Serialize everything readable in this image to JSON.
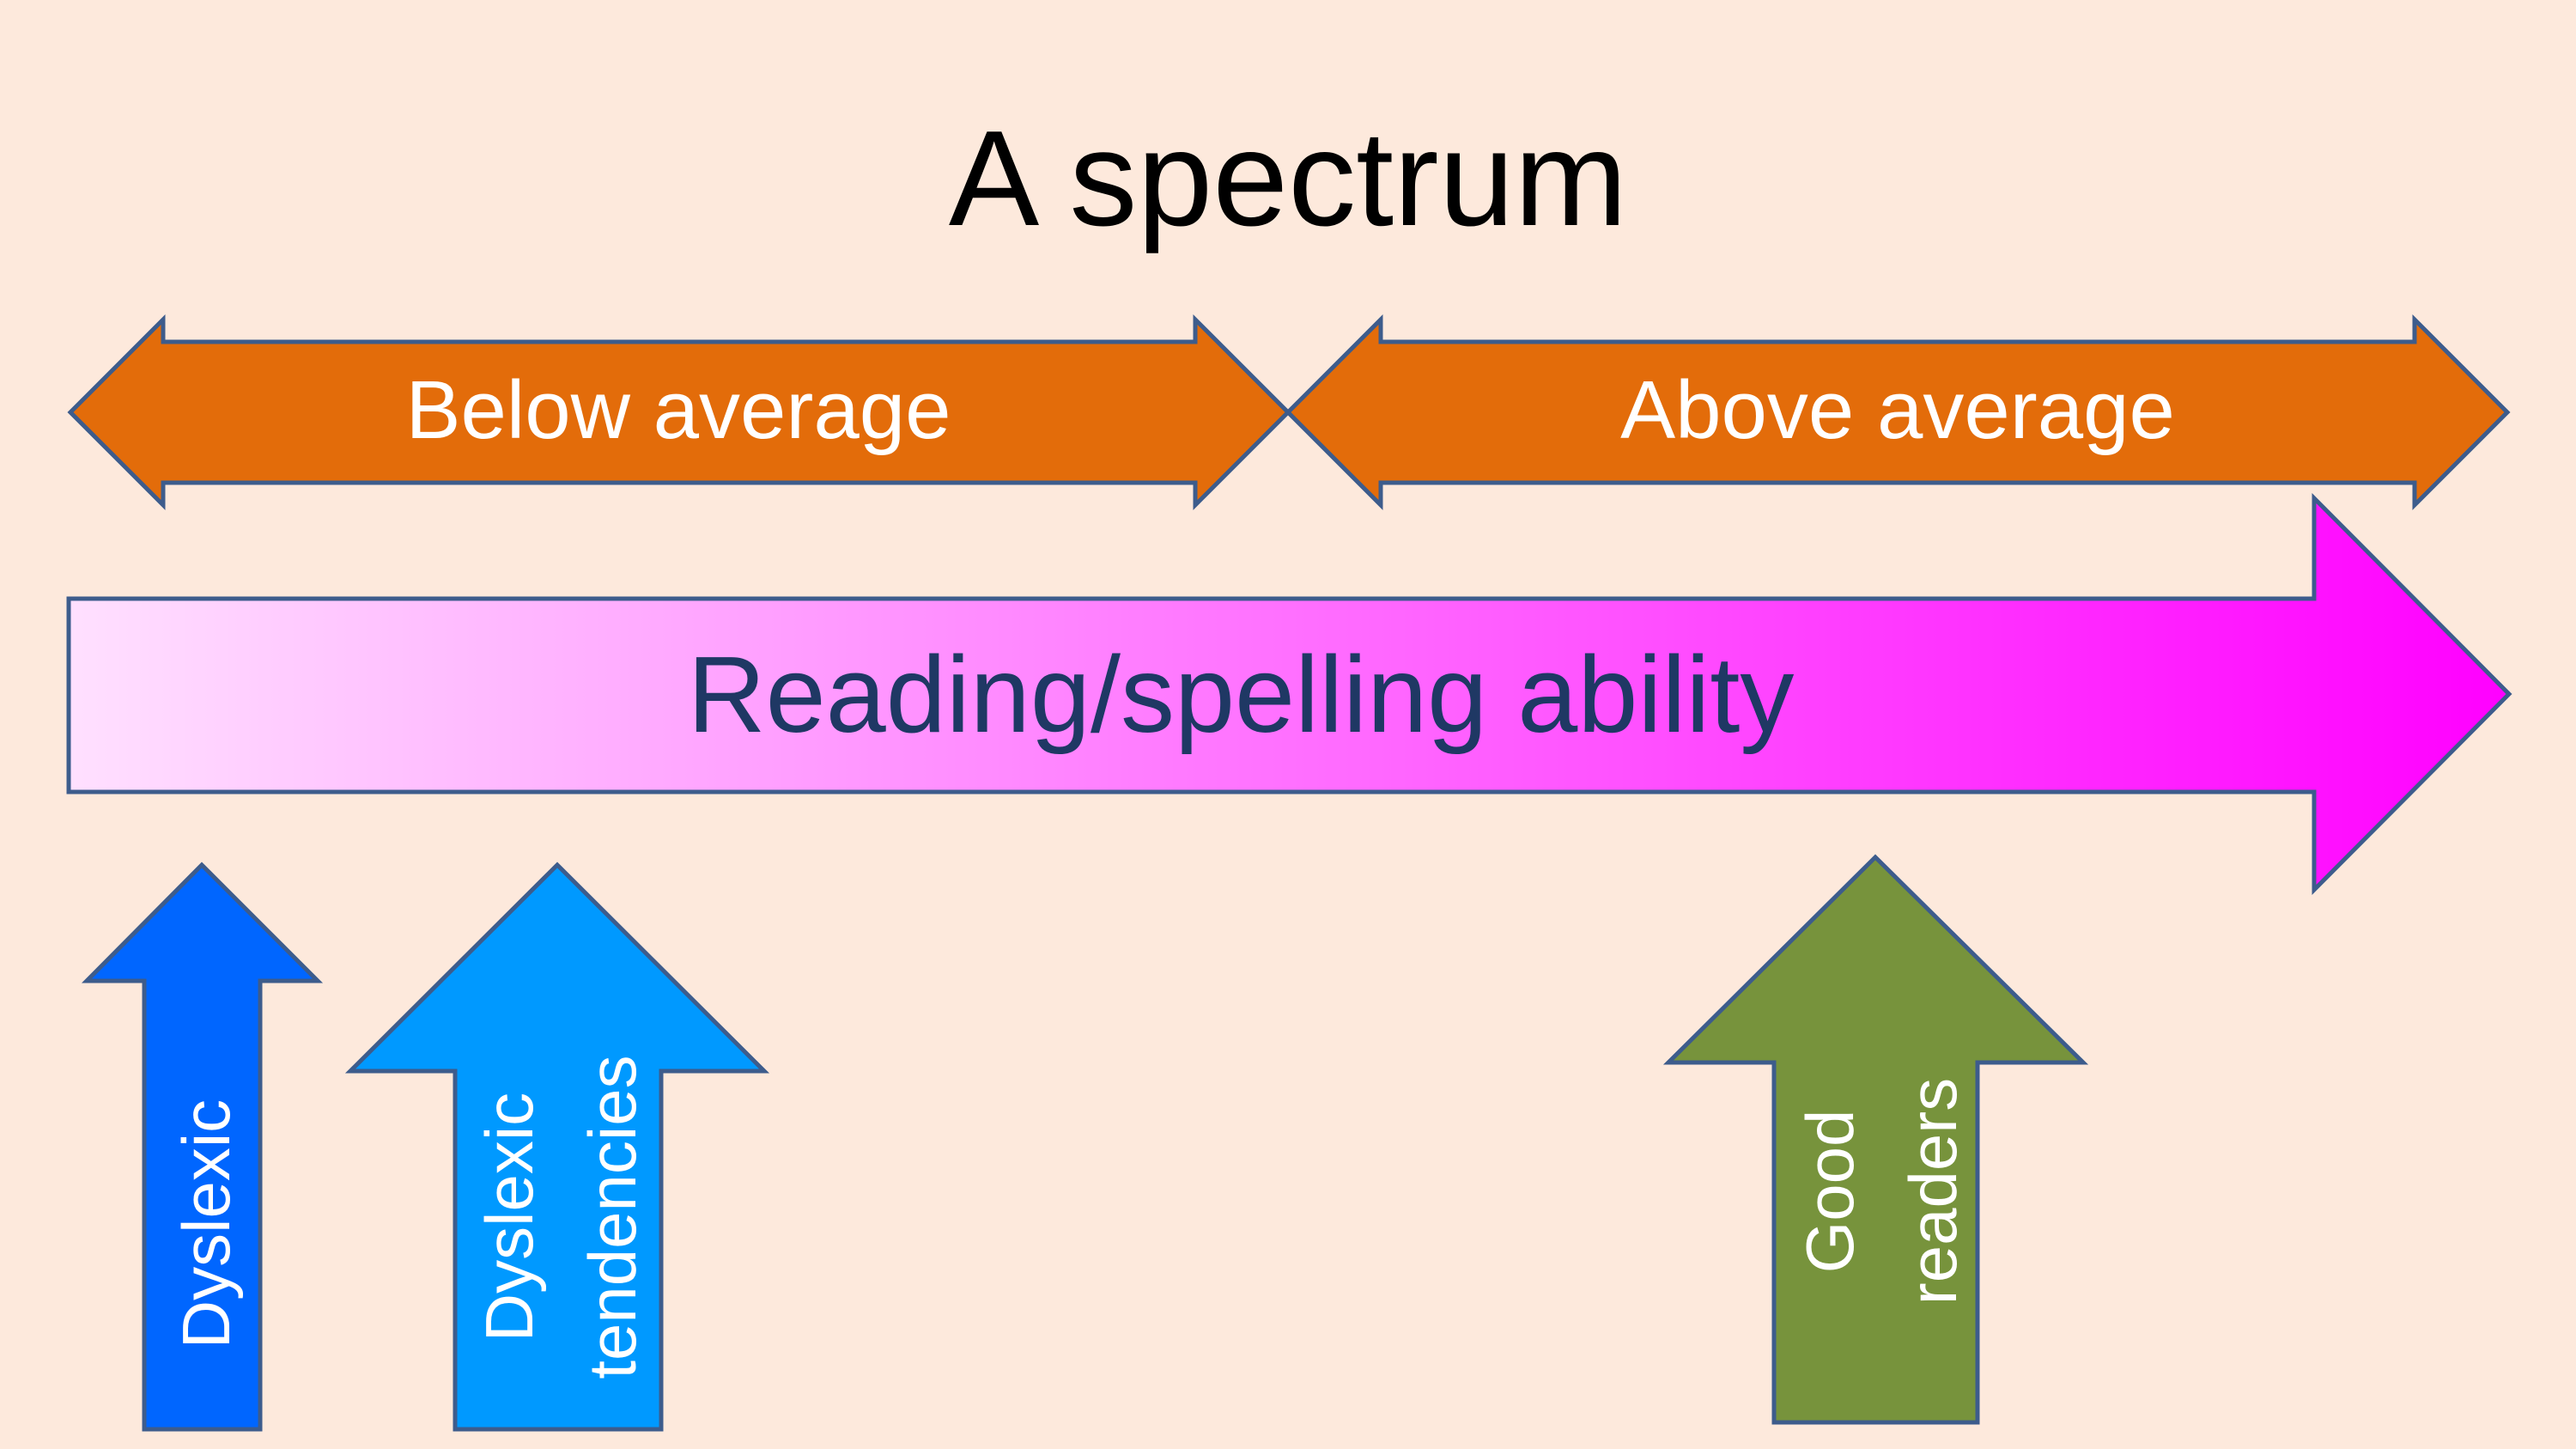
{
  "slide": {
    "title": "A spectrum",
    "background_color": "#fde9dc"
  },
  "range_arrows": [
    {
      "label": "Below average",
      "fill": "#e36c0a"
    },
    {
      "label": "Above average",
      "fill": "#e36c0a"
    }
  ],
  "ability_arrow": {
    "label": "Reading/spelling ability",
    "gradient_start": "#ffe0ff",
    "gradient_end": "#ff00ff"
  },
  "markers": {
    "dyslexic": {
      "lines": [
        "Dyslexic"
      ],
      "fill": "#0066ff"
    },
    "tendencies": {
      "lines": [
        "Dyslexic",
        "tendencies"
      ],
      "fill": "#0099ff"
    },
    "good": {
      "lines": [
        "Good",
        "readers"
      ],
      "fill": "#77933c"
    }
  },
  "colors": {
    "outline": "#3d5c8c",
    "title_text": "#000000",
    "light_text": "#ffffff",
    "ability_text": "#1f3864"
  }
}
